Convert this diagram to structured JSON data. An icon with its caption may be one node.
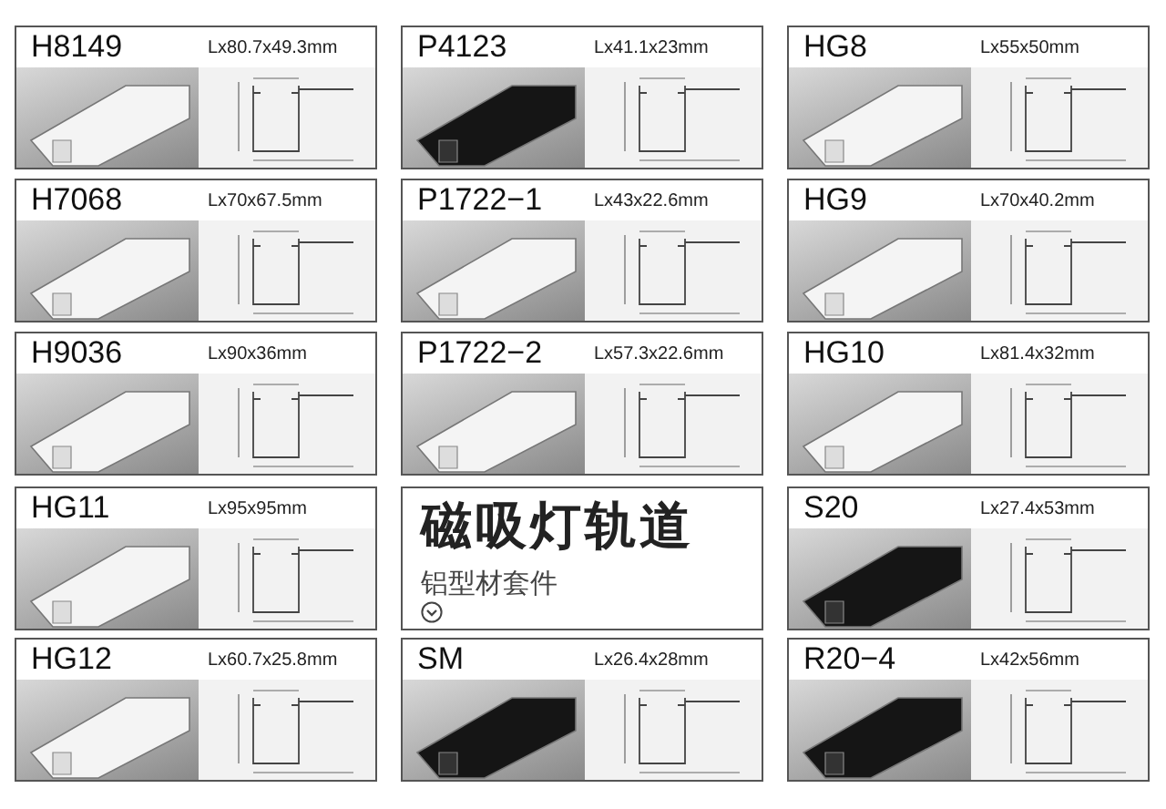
{
  "diagram": {
    "nodes": [
      {
        "text": [
          "H8149",
          "Lx80.7x49.3mm"
        ]
      },
      {
        "text": [
          "P4123",
          "Lx41.1x23mm"
        ]
      },
      {
        "text": [
          "HG8",
          "Lx55x50mm"
        ]
      },
      {
        "text": [
          "H7068",
          "Lx70x67.5mm"
        ]
      },
      {
        "text": [
          "P1722−1",
          "Lx43x22.6mm"
        ]
      },
      {
        "text": [
          "HG9",
          "Lx70x40.2mm"
        ]
      },
      {
        "text": [
          "H9036",
          "Lx90x36mm"
        ]
      },
      {
        "text": [
          "P1722−2",
          "Lx57.3x22.6mm"
        ]
      },
      {
        "text": [
          "HG10",
          "Lx81.4x32mm"
        ]
      },
      {
        "text": [
          "HG11",
          "Lx95x95mm"
        ]
      },
      {
        "text": [
          "磁吸灯轨道",
          "铝型材套件"
        ]
      },
      {
        "text": [
          "S20",
          "Lx27.4x53mm"
        ]
      },
      {
        "text": [
          "HG12",
          "Lx60.7x25.8mm"
        ]
      },
      {
        "text": [
          "SM",
          "Lx26.4x28mm"
        ]
      },
      {
        "text": [
          "R20−4",
          "Lx42x56mm"
        ]
      }
    ]
  }
}
